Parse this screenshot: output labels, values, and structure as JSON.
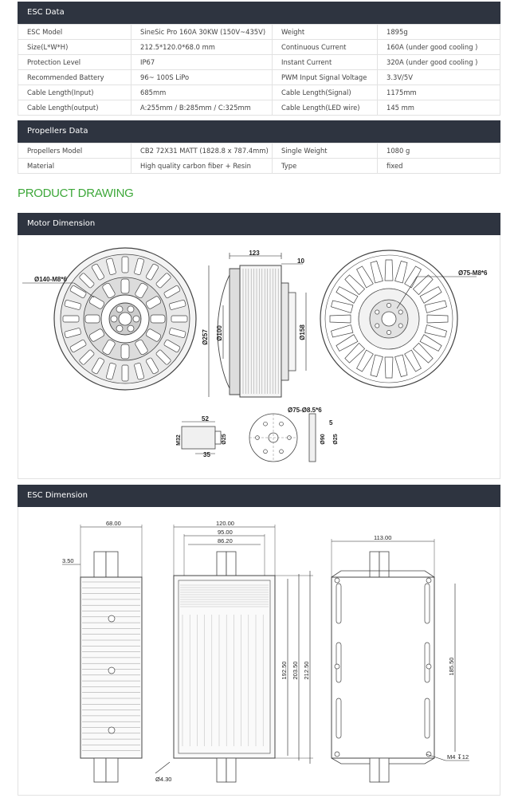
{
  "esc_data": {
    "heading": "ESC Data",
    "rows": [
      [
        "ESC Model",
        "SineSic Pro 160A 30KW (150V~435V)",
        "Weight",
        "1895g"
      ],
      [
        "Size(L*W*H)",
        "212.5*120.0*68.0 mm",
        "Continuous Current",
        "160A (under good cooling )"
      ],
      [
        "Protection Level",
        "IP67",
        "Instant Current",
        "320A (under good cooling )"
      ],
      [
        "Recommended Battery",
        "96~ 100S LiPo",
        "PWM Input Signal Voltage",
        "3.3V/5V"
      ],
      [
        "Cable Length(Input)",
        "685mm",
        "Cable Length(Signal)",
        "1175mm"
      ],
      [
        "Cable Length(output)",
        "A:255mm / B:285mm / C:325mm",
        "Cable Length(LED wire)",
        "145 mm"
      ]
    ]
  },
  "propellers_data": {
    "heading": "Propellers Data",
    "rows": [
      [
        "Propellers Model",
        "CB2 72X31 MATT  (1828.8 x 787.4mm)",
        "Single Weight",
        "1080 g"
      ],
      [
        "Material",
        "High quality carbon fiber + Resin",
        "Type",
        "fixed"
      ]
    ]
  },
  "product_drawing_title": "PRODUCT DRAWING",
  "motor_dimension": {
    "heading": "Motor  Dimension",
    "labels": {
      "front_bolt": "Ø140-M8*6",
      "width": "123",
      "flange": "10",
      "outer_dia": "Ø257",
      "inner_dia": "Ø100",
      "side_dia": "Ø158",
      "rear_bolt": "Ø75-M8*6",
      "shaft_len": "52",
      "shaft_thread": "M32",
      "shaft_dia": "Ø25",
      "shaft_base": "35",
      "adapter_holes": "Ø75-Ø8.5*6",
      "adapter_thk": "5",
      "adapter_dia": "Ø90",
      "adapter_bore": "Ø25"
    }
  },
  "esc_dimension": {
    "heading": "ESC Dimension",
    "labels": {
      "height_side": "68.00",
      "offset": "3.50",
      "width_total": "120.00",
      "width_mid": "95.00",
      "width_inner": "86.20",
      "len1": "192.50",
      "len2": "203.50",
      "len3": "212.50",
      "hole": "Ø4.30",
      "back_width": "113.00",
      "back_len": "185.50",
      "screw": "M4 ↧12"
    }
  }
}
